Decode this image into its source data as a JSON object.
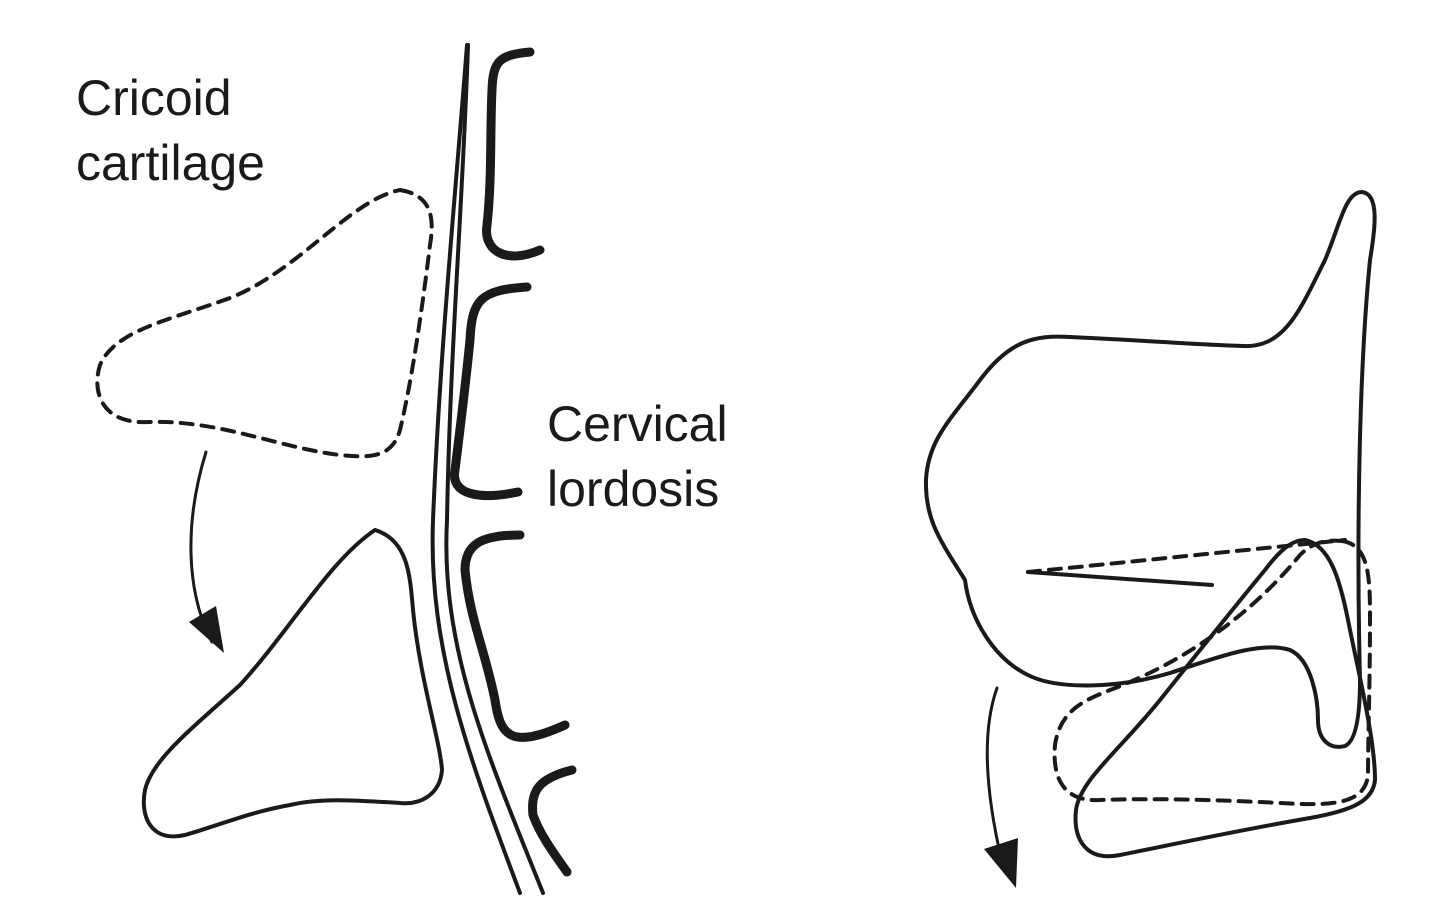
{
  "labels": {
    "cricoid": [
      "Cricoid",
      "cartilage"
    ],
    "cervical": [
      "Cervical",
      "lordosis"
    ]
  },
  "colors": {
    "stroke": "#1a1a1a",
    "background": "#ffffff"
  }
}
